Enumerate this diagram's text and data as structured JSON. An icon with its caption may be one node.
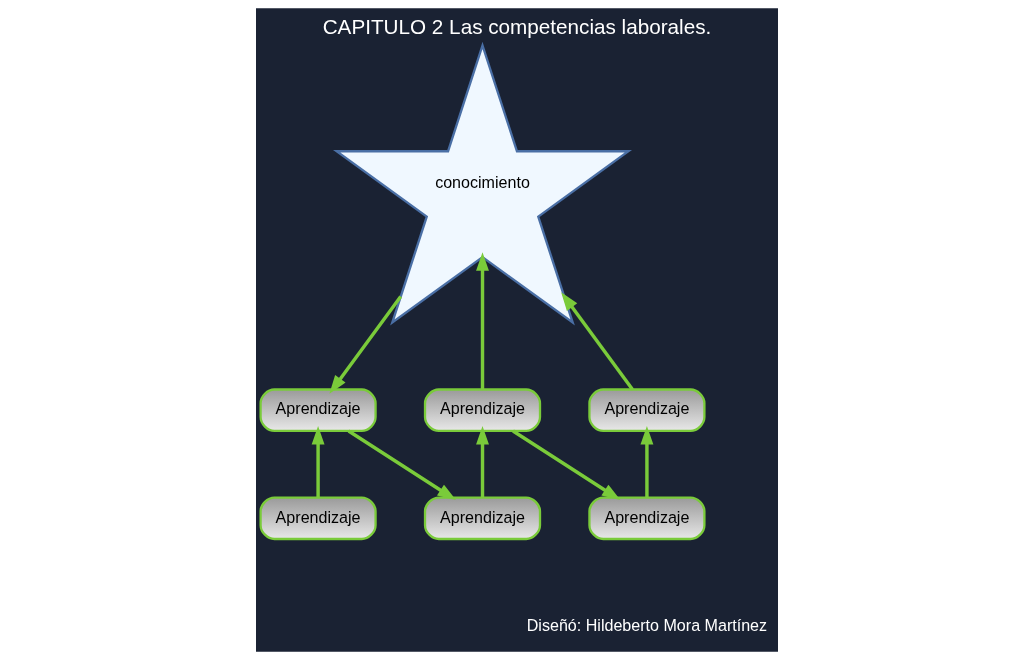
{
  "diagram": {
    "title": "CAPITULO 2 Las competencias laborales.",
    "caption": "Diseñó: Hildeberto Mora Martínez",
    "nodes": [
      {
        "text": [
          "conocimiento"
        ]
      },
      {
        "text": [
          "Aprendizaje"
        ]
      },
      {
        "text": [
          "Aprendizaje"
        ]
      },
      {
        "text": [
          "Aprendizaje"
        ]
      },
      {
        "text": [
          "Aprendizaje"
        ]
      },
      {
        "text": [
          "Aprendizaje"
        ]
      },
      {
        "text": [
          "Aprendizaje"
        ]
      }
    ],
    "edges": [
      {
        "from": 0,
        "to": 2,
        "arrow": "to"
      },
      {
        "from": 3,
        "to": 0,
        "arrow": "to"
      },
      {
        "from": 6,
        "to": 0,
        "arrow": "to"
      },
      {
        "from": 1,
        "to": 2,
        "arrow": "to"
      },
      {
        "from": 2,
        "to": 4,
        "arrow": "to"
      },
      {
        "from": 4,
        "to": 3,
        "arrow": "to"
      },
      {
        "from": 3,
        "to": 5,
        "arrow": "to"
      },
      {
        "from": 5,
        "to": 6,
        "arrow": "to"
      }
    ]
  }
}
